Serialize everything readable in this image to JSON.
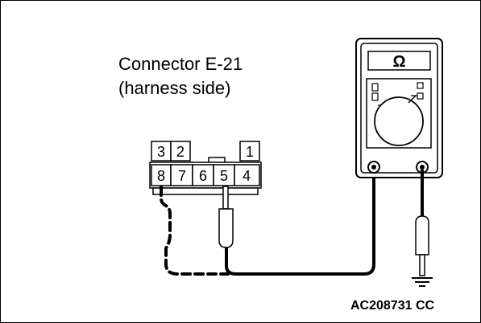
{
  "connector": {
    "label_line1": "Connector E-21",
    "label_line2": "(harness side)",
    "pins_top": [
      "3",
      "2",
      "1"
    ],
    "pins_bottom": [
      "8",
      "7",
      "6",
      "5",
      "4"
    ]
  },
  "meter": {
    "display_symbol": "Ω"
  },
  "figure_id": "AC208731 CC"
}
